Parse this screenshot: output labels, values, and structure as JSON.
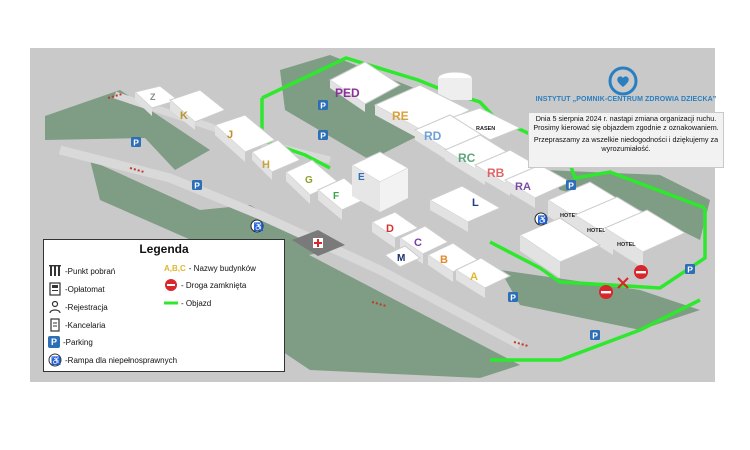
{
  "institute": {
    "name": "INSTYTUT „POMNIK-CENTRUM ZDROWIA DZIECKA”",
    "notice_line1": "Dnia 5 sierpnia 2024 r. nastąpi zmiana organizacji ruchu. Prosimy kierować się objazdem zgodnie z oznakowaniem.",
    "notice_line2": "Przepraszamy za wszelkie niedogodności i dziękujemy za wyrozumiałość."
  },
  "buildings": {
    "Z": "Z",
    "K": "K",
    "J": "J",
    "H": "H",
    "G": "G",
    "F": "F",
    "E": "E",
    "PED": "PED",
    "RE": "RE",
    "RD": "RD",
    "RC": "RC",
    "RB": "RB",
    "RA": "RA",
    "D": "D",
    "C": "C",
    "B": "B",
    "A": "A",
    "M": "M",
    "L": "L",
    "RASEN": "RASEN",
    "hotel": "HOTEL"
  },
  "legend": {
    "title": "Legenda",
    "items": {
      "punkt": "-Punkt pobrań",
      "oplatomat": "-Opłatomat",
      "rejestracja": "-Rejestracja",
      "kancelaria": "-Kancelaria",
      "parking": "-Parking",
      "rampa": "-Rampa dla niepełnosprawnych",
      "nazwy_letters": "A,B,C",
      "nazwy": " - Nazwy budynków",
      "droga": "- Droga zamknięta",
      "objazd": "- Objazd"
    }
  },
  "parking_letter": "P",
  "colors": {
    "detour": "#2ee82e",
    "ground": "#c9c9c9",
    "lawn": "#7f9c85",
    "building": "#f7f7f7",
    "closed": "#d8262b",
    "parking": "#2d6fb7",
    "accent": "#2a7fc1"
  }
}
